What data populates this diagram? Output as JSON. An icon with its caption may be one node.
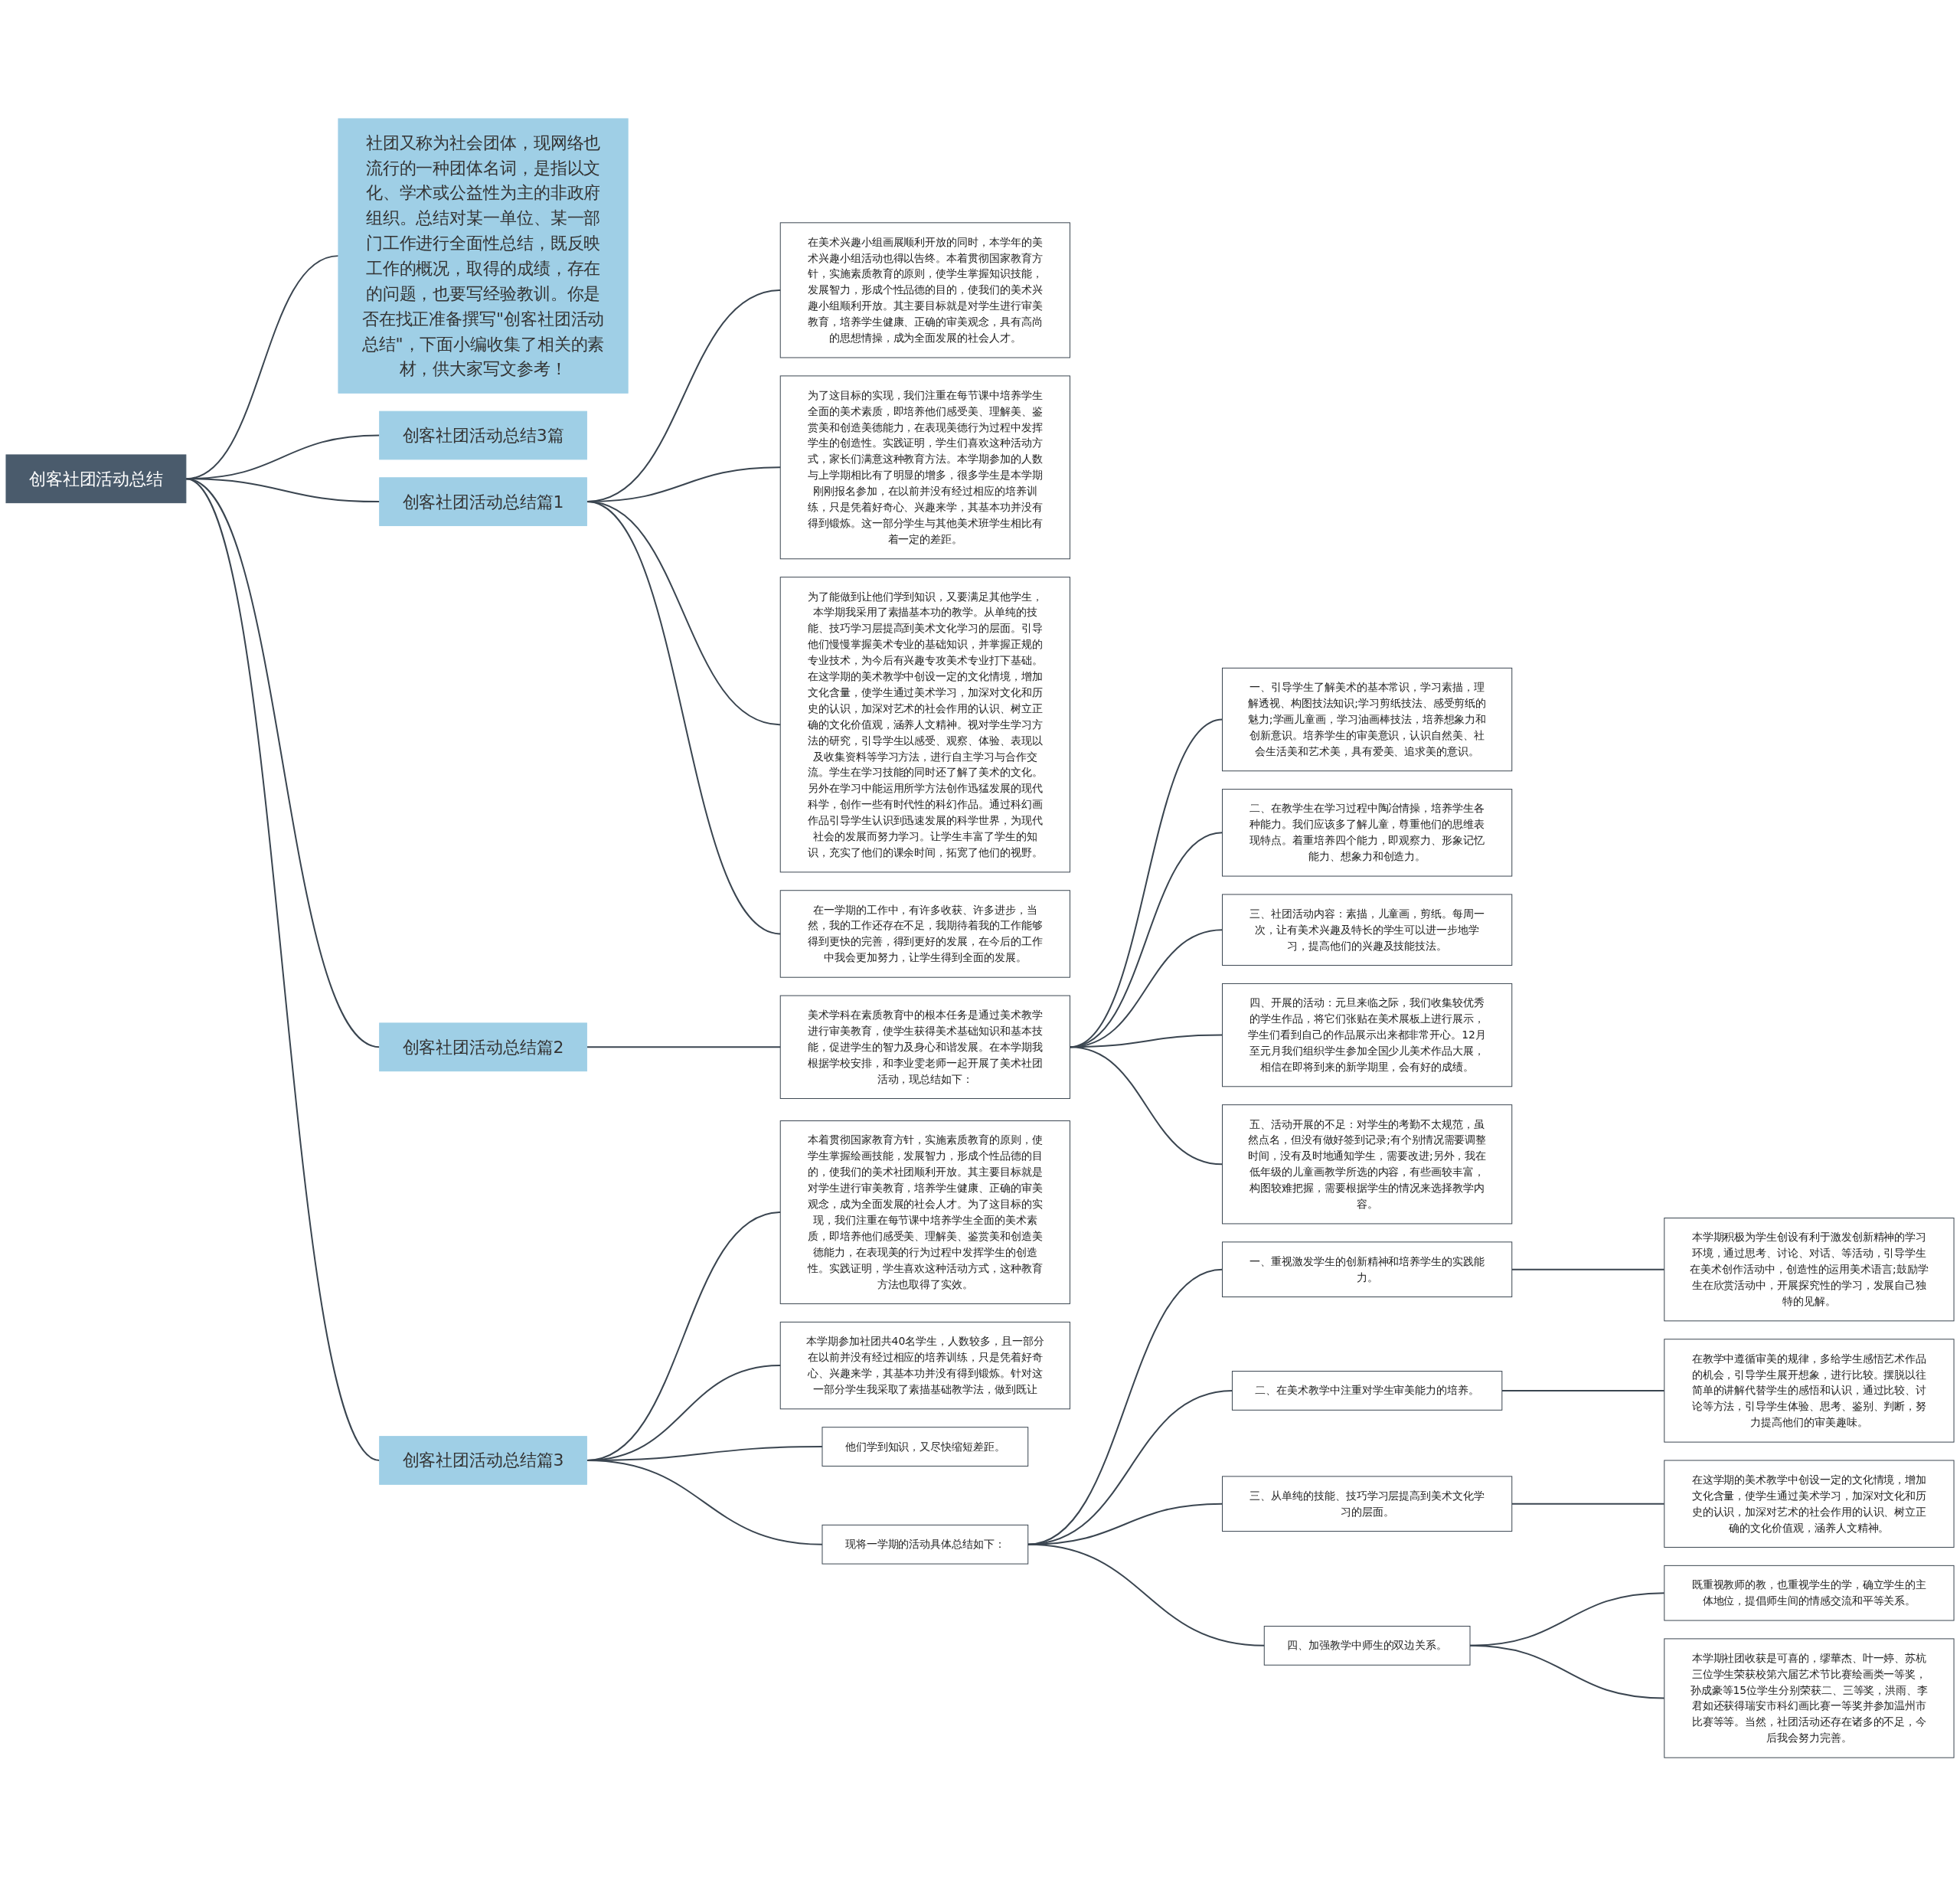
{
  "diagram": {
    "nodes": [
      {
        "text": [
          "创客社团活动总结"
        ]
      },
      {
        "text": [
          "社团又称为社会团体，现网络也流行的一种团体名词，是指以文化、学术或公益性为主的非政府组织。总结对某一单位、某一部门工作进行全面性总结，既反映工作的概况，取得的成绩，存在的问题，也要写经验教训。你是否在找正准备撰写\"创客社团活动总结\"，下面小编收集了相关的素材，供大家写文参考！"
        ]
      },
      {
        "text": [
          "创客社团活动总结3篇"
        ]
      },
      {
        "text": [
          "创客社团活动总结篇1"
        ]
      },
      {
        "text": [
          "在美术兴趣小组画展顺利开放的同时，本学年的美术兴趣小组活动也得以告终。本着贯彻国家教育方针，实施素质教育的原则，使学生掌握知识技能，发展智力，形成个性品德的目的，使我们的美术兴趣小组顺利开放。其主要目标就是对学生进行审美教育，培养学生健康、正确的审美观念，具有高尚的思想情操，成为全面发展的社会人才。"
        ]
      },
      {
        "text": [
          "为了这目标的实现，我们注重在每节课中培养学生全面的美术素质，即培养他们感受美、理解美、鉴赏美和创造美德能力，在表现美德行为过程中发挥学生的创造性。实践证明，学生们喜欢这种活动方式，家长们满意这种教育方法。本学期参加的人数与上学期相比有了明显的增多，很多学生是本学期刚刚报名参加，在以前并没有经过相应的培养训练，只是凭着好奇心、兴趣来学，其基本功并没有得到锻炼。这一部分学生与其他美术班学生相比有着一定的差距。"
        ]
      },
      {
        "text": [
          "为了能做到让他们学到知识，又要满足其他学生，本学期我采用了素描基本功的教学。从单纯的技能、技巧学习层提高到美术文化学习的层面。引导他们慢慢掌握美术专业的基础知识，并掌握正规的专业技术，为今后有兴趣专攻美术专业打下基础。在这学期的美术教学中创设一定的文化情境，增加文化含量，使学生通过美术学习，加深对文化和历史的认识，加深对艺术的社会作用的认识、树立正确的文化价值观，涵养人文精神。视对学生学习方法的研究，引导学生以感受、观察、体验、表现以及收集资料等学习方法，进行自主学习与合作交流。学生在学习技能的同时还了解了美术的文化。另外在学习中能运用所学方法创作迅猛发展的现代科学，创作一些有时代性的科幻作品。通过科幻画作品引导学生认识到迅速发展的科学世界，为现代社会的发展而努力学习。让学生丰富了学生的知识，充实了他们的课余时间，拓宽了他们的视野。"
        ]
      },
      {
        "text": [
          "在一学期的工作中，有许多收获、许多进步，当然，我的工作还存在不足，我期待着我的工作能够得到更快的完善，得到更好的发展，在今后的工作中我会更加努力，让学生得到全面的发展。"
        ]
      },
      {
        "text": [
          "创客社团活动总结篇2"
        ]
      },
      {
        "text": [
          "美术学科在素质教育中的根本任务是通过美术教学进行审美教育，使学生获得美术基础知识和基本技能，促进学生的智力及身心和谐发展。在本学期我根据学校安排，和李业雯老师一起开展了美术社团活动，现总结如下："
        ]
      },
      {
        "text": [
          "一、引导学生了解美术的基本常识，学习素描，理解透视、构图技法知识;学习剪纸技法、感受剪纸的魅力;学画儿童画，学习油画棒技法，培养想象力和创新意识。培养学生的审美意识，认识自然美、社会生活美和艺术美，具有爱美、追求美的意识。"
        ]
      },
      {
        "text": [
          "二、在教学生在学习过程中陶冶情操，培养学生各种能力。我们应该多了解儿童，尊重他们的思维表现特点。着重培养四个能力，即观察力、形象记忆能力、想象力和创造力。"
        ]
      },
      {
        "text": [
          "三、社团活动内容：素描，儿童画，剪纸。每周一次，让有美术兴趣及特长的学生可以进一步地学习，提高他们的兴趣及技能技法。"
        ]
      },
      {
        "text": [
          "四、开展的活动：元旦来临之际，我们收集较优秀的学生作品，将它们张贴在美术展板上进行展示，学生们看到自己的作品展示出来都非常开心。12月至元月我们组织学生参加全国少儿美术作品大展，相信在即将到来的新学期里，会有好的成绩。"
        ]
      },
      {
        "text": [
          "五、活动开展的不足：对学生的考勤不太规范，虽然点名，但没有做好签到记录;有个别情况需要调整时间，没有及时地通知学生，需要改进;另外，我在低年级的儿童画教学所选的内容，有些画较丰富，构图较难把握，需要根据学生的情况来选择教学内容。"
        ]
      },
      {
        "text": [
          "创客社团活动总结篇3"
        ]
      },
      {
        "text": [
          "本着贯彻国家教育方针，实施素质教育的原则，使学生掌握绘画技能，发展智力，形成个性品德的目的，使我们的美术社团顺利开放。其主要目标就是对学生进行审美教育，培养学生健康、正确的审美观念，成为全面发展的社会人才。为了这目标的实现，我们注重在每节课中培养学生全面的美术素质，即培养他们感受美、理解美、鉴赏美和创造美德能力，在表现美的行为过程中发挥学生的创造性。实践证明，学生喜欢这种活动方式，这种教育方法也取得了实效。"
        ]
      },
      {
        "text": [
          "本学期参加社团共40名学生，人数较多，且一部分在以前并没有经过相应的培养训练，只是凭着好奇心、兴趣来学，其基本功并没有得到锻炼。针对这一部分学生我采取了素描基础教学法，做到既让"
        ]
      },
      {
        "text": [
          "他们学到知识，又尽快缩短差距。"
        ]
      },
      {
        "text": [
          "现将一学期的活动具体总结如下："
        ]
      },
      {
        "text": [
          "一、重视激发学生的创新精神和培养学生的实践能力。"
        ]
      },
      {
        "text": [
          "本学期积极为学生创设有利于激发创新精神的学习环境，通过思考、讨论、对话、等活动，引导学生在美术创作活动中，创造性的运用美术语言;鼓励学生在欣赏活动中，开展探究性的学习，发展自己独特的见解。"
        ]
      },
      {
        "text": [
          "二、在美术教学中注重对学生审美能力的培养。"
        ]
      },
      {
        "text": [
          "在教学中遵循审美的规律，多给学生感悟艺术作品的机会，引导学生展开想象，进行比较。摆脱以往简单的讲解代替学生的感悟和认识，通过比较、讨论等方法，引导学生体验、思考、鉴别、判断，努力提高他们的审美趣味。"
        ]
      },
      {
        "text": [
          "三、从单纯的技能、技巧学习层提高到美术文化学习的层面。"
        ]
      },
      {
        "text": [
          "在这学期的美术教学中创设一定的文化情境，增加文化含量，使学生通过美术学习，加深对文化和历史的认识，加深对艺术的社会作用的认识、树立正确的文化价值观，涵养人文精神。"
        ]
      },
      {
        "text": [
          "四、加强教学中师生的双边关系。"
        ]
      },
      {
        "text": [
          "既重视教师的教，也重视学生的学，确立学生的主体地位，提倡师生间的情感交流和平等关系。"
        ]
      },
      {
        "text": [
          "本学期社团收获是可喜的，缪華杰、叶一婷、苏杭三位学生荣获校第六届艺术节比赛绘画类一等奖，孙成豪等15位学生分别荣获二、三等奖，洪雨、李君如还获得瑞安市科幻画比赛一等奖并参加温州市比赛等等。当然，社团活动还存在诸多的不足，今后我会努力完善。"
        ]
      }
    ],
    "edges": [
      {
        "from": 0,
        "to": 1,
        "arrow": "none"
      },
      {
        "from": 0,
        "to": 2,
        "arrow": "none"
      },
      {
        "from": 0,
        "to": 3,
        "arrow": "none"
      },
      {
        "from": 3,
        "to": 4,
        "arrow": "none"
      },
      {
        "from": 3,
        "to": 5,
        "arrow": "none"
      },
      {
        "from": 3,
        "to": 6,
        "arrow": "none"
      },
      {
        "from": 3,
        "to": 7,
        "arrow": "none"
      },
      {
        "from": 0,
        "to": 8,
        "arrow": "none"
      },
      {
        "from": 8,
        "to": 9,
        "arrow": "none"
      },
      {
        "from": 9,
        "to": 10,
        "arrow": "none"
      },
      {
        "from": 9,
        "to": 11,
        "arrow": "none"
      },
      {
        "from": 9,
        "to": 12,
        "arrow": "none"
      },
      {
        "from": 9,
        "to": 13,
        "arrow": "none"
      },
      {
        "from": 9,
        "to": 14,
        "arrow": "none"
      },
      {
        "from": 0,
        "to": 15,
        "arrow": "none"
      },
      {
        "from": 15,
        "to": 16,
        "arrow": "none"
      },
      {
        "from": 15,
        "to": 17,
        "arrow": "none"
      },
      {
        "from": 15,
        "to": 18,
        "arrow": "none"
      },
      {
        "from": 15,
        "to": 19,
        "arrow": "none"
      },
      {
        "from": 19,
        "to": 20,
        "arrow": "none"
      },
      {
        "from": 20,
        "to": 21,
        "arrow": "none"
      },
      {
        "from": 19,
        "to": 22,
        "arrow": "none"
      },
      {
        "from": 22,
        "to": 23,
        "arrow": "none"
      },
      {
        "from": 19,
        "to": 24,
        "arrow": "none"
      },
      {
        "from": 24,
        "to": 25,
        "arrow": "none"
      },
      {
        "from": 19,
        "to": 26,
        "arrow": "none"
      },
      {
        "from": 26,
        "to": 27,
        "arrow": "none"
      },
      {
        "from": 26,
        "to": 28,
        "arrow": "none"
      }
    ]
  }
}
